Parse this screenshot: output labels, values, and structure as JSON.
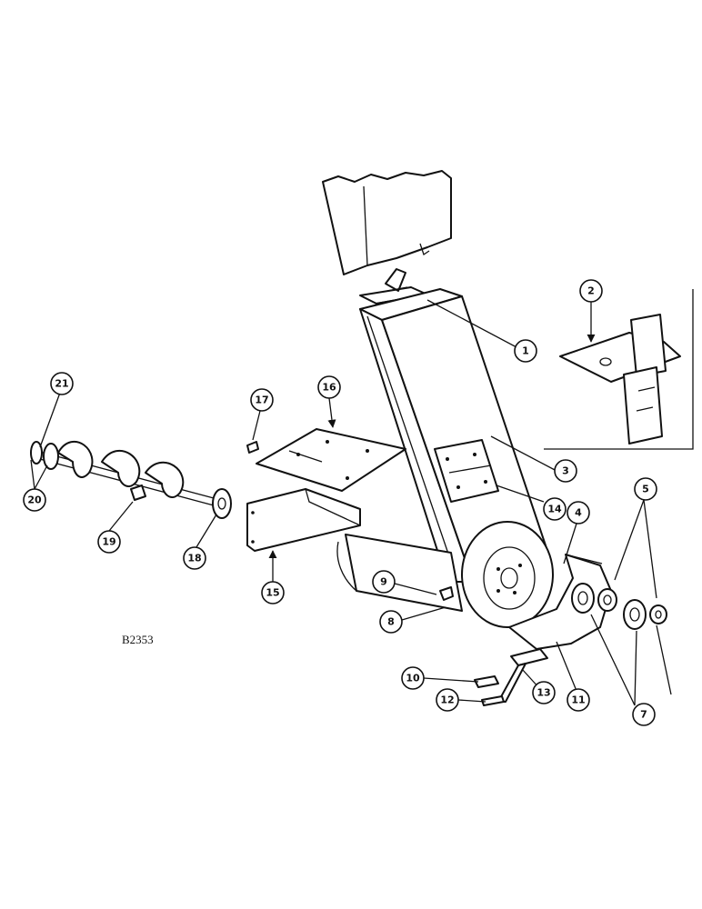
{
  "drawing_number": "B2353",
  "callouts": [
    "1",
    "2",
    "3",
    "4",
    "5",
    "7",
    "8",
    "9",
    "10",
    "11",
    "12",
    "13",
    "14",
    "15",
    "16",
    "17",
    "18",
    "19",
    "20",
    "21"
  ]
}
